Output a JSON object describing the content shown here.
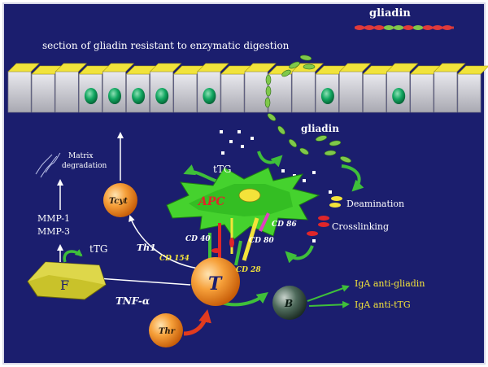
{
  "labels": {
    "gliadin_legend": "gliadin",
    "resistant_section": "section of gliadin resistant to enzymatic digestion",
    "gliadin_mid": "gliadin",
    "ttg_center": "tTG",
    "matrix_degradation_line1": "Matrix",
    "matrix_degradation_line2": "degradation",
    "mmp1": "MMP-1",
    "mmp3": "MMP-3",
    "ttg_left": "tTG",
    "deamination": "Deamination",
    "crosslinking": "Crosslinking",
    "apc": "APC",
    "tcyt": "Tcyt",
    "th1": "Th1",
    "cd40": "CD 40",
    "cd154": "CD 154",
    "cd80": "CD 80",
    "cd86": "CD 86",
    "cd28": "CD 28",
    "t_cell": "T",
    "f_cell": "F",
    "tnf_alpha": "TNF-α",
    "b_cell": "B",
    "thr": "Thr",
    "iga_anti_gliadin": "IgA anti-gliadin",
    "iga_anti_ttg": "IgA anti-tTG"
  },
  "colors": {
    "background": "#1b1e6e",
    "frame": "#ffffff",
    "epithelium_top": "#f1e33b",
    "epithelium_cell": "#c9c9cf",
    "nucleus": "#10a862",
    "gliadin_fragment": "#7fc84a",
    "apc": "#3fcf2a",
    "apc_label": "#e0262a",
    "t_cell": "#f28a1c",
    "b_cell": "#3d5848",
    "fibroblast": "#c9c22a",
    "arrow_green": "#39b54a",
    "arrow_red": "#e23b1e",
    "text_yellow": "#f3e33a"
  }
}
